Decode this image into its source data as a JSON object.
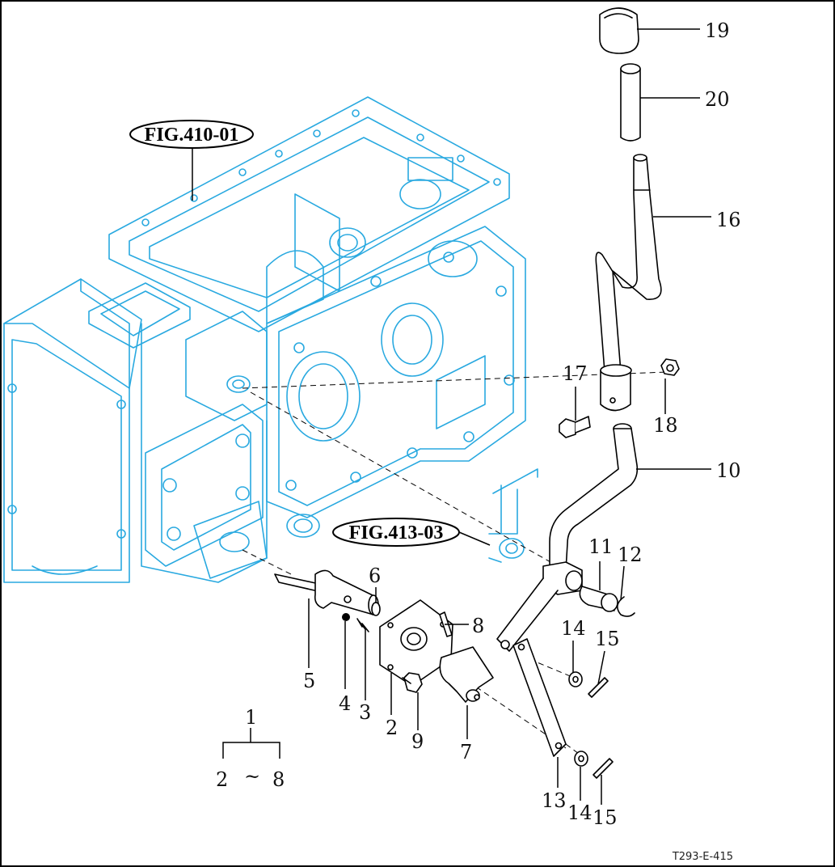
{
  "diagram": {
    "figure_refs": [
      "FIG.410-01",
      "FIG.413-03"
    ],
    "callouts": [
      "19",
      "20",
      "16",
      "17",
      "18",
      "10",
      "11",
      "12",
      "14",
      "15",
      "6",
      "8",
      "5",
      "4",
      "3",
      "2",
      "9",
      "7",
      "13",
      "14",
      "15",
      "1",
      "2",
      "~",
      "8"
    ],
    "drawing_code": "T293-E-415",
    "colors": {
      "case_outline": "#29a9e0",
      "parts": "#000000",
      "background": "#ffffff"
    }
  }
}
